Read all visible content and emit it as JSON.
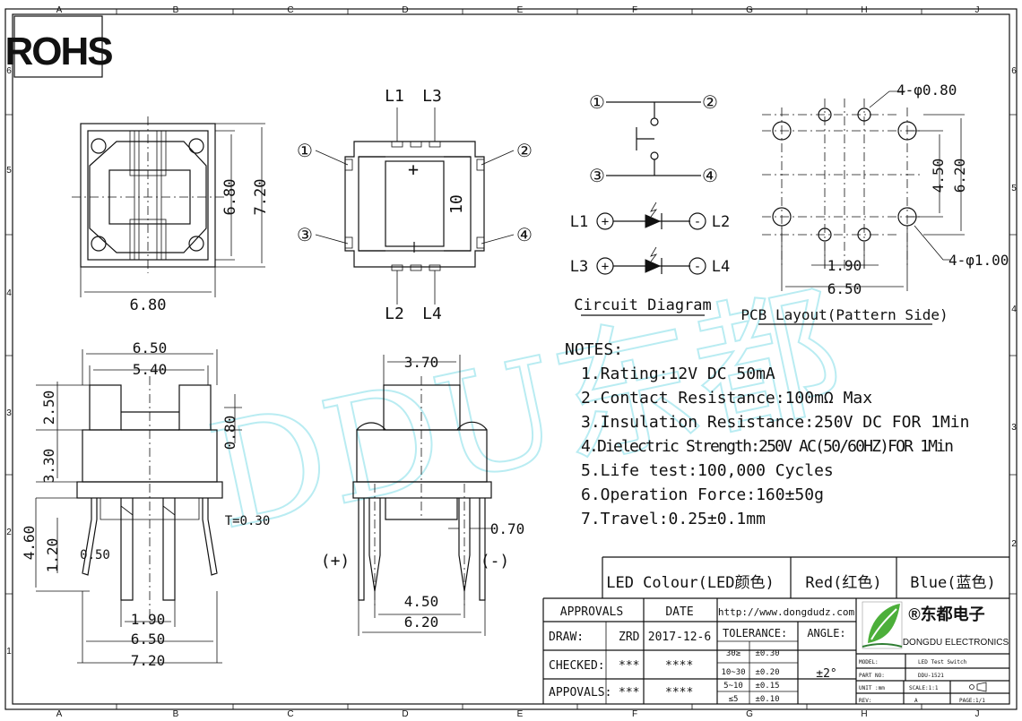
{
  "rohs": "ROHS",
  "grid": {
    "cols": [
      "A",
      "B",
      "C",
      "D",
      "E",
      "F",
      "G",
      "H",
      "J"
    ],
    "rows": [
      "6",
      "5",
      "4",
      "3",
      "2",
      "1"
    ]
  },
  "watermark": "DDU东都",
  "top_view": {
    "dim_width": "6.80",
    "dim_height_inner": "6.80",
    "dim_height_outer": "7.20"
  },
  "pin_view": {
    "pins": [
      "①",
      "②",
      "③",
      "④"
    ],
    "leds_top": [
      "L1",
      "L3"
    ],
    "leds_bottom": [
      "L2",
      "L4"
    ],
    "plus": "+",
    "minus": "I",
    "label": "10"
  },
  "circuit": {
    "pins": [
      "①",
      "②",
      "③",
      "④"
    ],
    "l1": "L1",
    "l2": "L2",
    "l3": "L3",
    "l4": "L4",
    "plus": "+",
    "minus": "-",
    "title": "Circuit Diagram"
  },
  "pcb": {
    "hole_small": "4-φ0.80",
    "hole_large": "4-φ1.00",
    "dim_450": "4.50",
    "dim_620": "6.20",
    "dim_190": "1.90",
    "dim_650": "6.50",
    "title": "PCB Layout(Pattern Side)"
  },
  "side_view": {
    "d650": "6.50",
    "d540": "5.40",
    "d250": "2.50",
    "d330": "3.30",
    "d080": "0.80",
    "d460": "4.60",
    "d120": "1.20",
    "d050": "0.50",
    "t": "T=0.30",
    "d190": "1.90",
    "d6502": "6.50",
    "d720": "7.20"
  },
  "front_view": {
    "d370": "3.70",
    "d070": "0.70",
    "d450": "4.50",
    "d620": "6.20",
    "plus": "(+)",
    "minus": "(-)"
  },
  "notes": {
    "header": "NOTES:",
    "items": [
      "1.Rating:12V DC 50mA",
      "2.Contact Resistance:100mΩ Max",
      "3.Insulation Resistance:250V DC FOR 1Min",
      "4.Dielectric Strength:250V AC(50/60HZ)FOR 1Min",
      "5.Life test:100,000 Cycles",
      "6.Operation Force:160±50g",
      "7.Travel:0.25±0.1mm"
    ]
  },
  "led_table": {
    "label": "LED Colour(LED颜色)",
    "red": "Red(红色)",
    "blue": "Blue(蓝色)"
  },
  "title_block": {
    "approvals": "APPROVALS",
    "date": "DATE",
    "url": "http://www.dongdudz.com",
    "tolerance": "TOLERANCE:",
    "angle": "ANGLE:",
    "angle_value": "±2°",
    "draw": "DRAW:",
    "draw_name": "ZRD",
    "draw_date": "2017-12-6",
    "checked": "CHECKED:",
    "checked_name": "***",
    "checked_date": "****",
    "approvals2": "APPOVALS:",
    "appr_name": "***",
    "appr_date": "****",
    "tol_rows": [
      {
        "range": "30≥",
        "value": "±0.30"
      },
      {
        "range": "10~30",
        "value": "±0.20"
      },
      {
        "range": "5~10",
        "value": "±0.15"
      },
      {
        "range": "≤5",
        "value": "±0.10"
      }
    ],
    "company_cn": "®东都电子",
    "company_en": "DONGDU ELECTRONICS",
    "model_label": "MODEL:",
    "model": "LED Test Switch",
    "part_label": "PART NO:",
    "part": "DDU-1521",
    "unit_label": "UNIT :mm",
    "scale": "SCALE:1:1",
    "rev": "REV:",
    "rev_val": "A",
    "page": "PAGE:1/1"
  },
  "colors": {
    "line": "#111111",
    "watermark": "#b9ecf2",
    "logo_green": "#4caf3a"
  }
}
